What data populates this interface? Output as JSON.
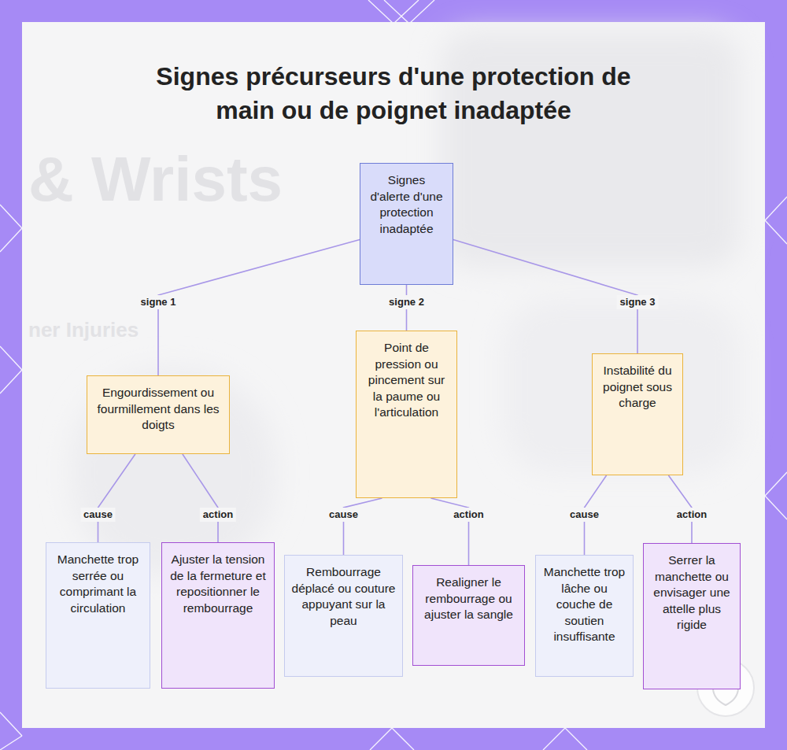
{
  "diagram": {
    "title": "Signes précurseurs d'une protection de main ou de poignet inadaptée",
    "nodes": [
      {
        "text": [
          "Signes d'alerte d'une protection inadaptée"
        ]
      },
      {
        "text": [
          "Engourdissement ou fourmillement dans les doigts"
        ]
      },
      {
        "text": [
          "Point de pression ou pincement sur la paume ou l'articulation"
        ]
      },
      {
        "text": [
          "Instabilité du poignet sous charge"
        ]
      },
      {
        "text": [
          "Manchette trop serrée ou comprimant la circulation"
        ]
      },
      {
        "text": [
          "Ajuster la tension de la fermeture et repositionner le rembourrage"
        ]
      },
      {
        "text": [
          "Rembourrage déplacé ou couture appuyant sur la peau"
        ]
      },
      {
        "text": [
          "Realigner le rembourrage ou ajuster la sangle"
        ]
      },
      {
        "text": [
          "Manchette trop lâche ou couche de soutien insuffisante"
        ]
      },
      {
        "text": [
          "Serrer la manchette ou envisager une attelle plus rigide"
        ]
      }
    ],
    "edges": [
      {
        "from": 0,
        "to": 1,
        "label": "signe 1",
        "arrow": "none"
      },
      {
        "from": 0,
        "to": 2,
        "label": "signe 2",
        "arrow": "none"
      },
      {
        "from": 0,
        "to": 3,
        "label": "signe 3",
        "arrow": "none"
      },
      {
        "from": 1,
        "to": 4,
        "label": "cause",
        "arrow": "none"
      },
      {
        "from": 1,
        "to": 5,
        "label": "action",
        "arrow": "none"
      },
      {
        "from": 2,
        "to": 6,
        "label": "cause",
        "arrow": "none"
      },
      {
        "from": 2,
        "to": 7,
        "label": "action",
        "arrow": "none"
      },
      {
        "from": 3,
        "to": 8,
        "label": "cause",
        "arrow": "none"
      },
      {
        "from": 3,
        "to": 9,
        "label": "action",
        "arrow": "none"
      }
    ],
    "labels": [
      "& Wrists",
      "ner Injuries"
    ]
  }
}
